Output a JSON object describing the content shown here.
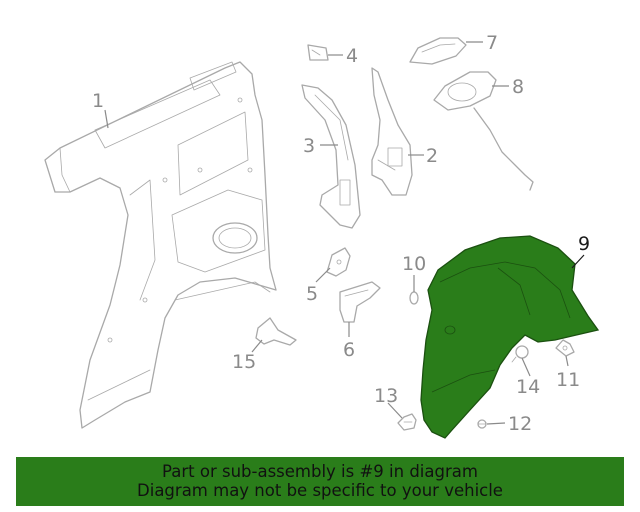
{
  "diagram": {
    "callouts": [
      {
        "id": "1",
        "label": "1"
      },
      {
        "id": "2",
        "label": "2"
      },
      {
        "id": "3",
        "label": "3"
      },
      {
        "id": "4",
        "label": "4"
      },
      {
        "id": "5",
        "label": "5"
      },
      {
        "id": "6",
        "label": "6"
      },
      {
        "id": "7",
        "label": "7"
      },
      {
        "id": "8",
        "label": "8"
      },
      {
        "id": "9",
        "label": "9"
      },
      {
        "id": "10",
        "label": "10"
      },
      {
        "id": "11",
        "label": "11"
      },
      {
        "id": "12",
        "label": "12"
      },
      {
        "id": "13",
        "label": "13"
      },
      {
        "id": "14",
        "label": "14"
      },
      {
        "id": "15",
        "label": "15"
      }
    ],
    "highlighted_part": "9",
    "colors": {
      "highlight": "#2a7d1a",
      "line_art": "#a9a9a9",
      "callout_text": "#8a8a8a",
      "banner_bg": "#2a7d1a"
    }
  },
  "banner": {
    "line1": "Part or sub-assembly is #9 in diagram",
    "line2": "Diagram may not be specific to your vehicle"
  }
}
